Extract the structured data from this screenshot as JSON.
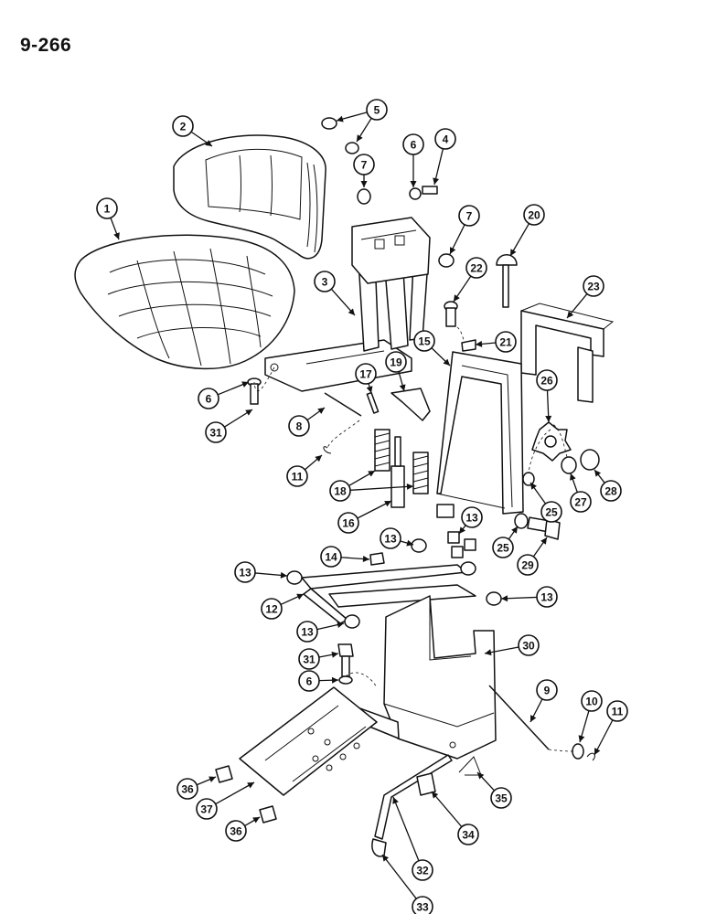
{
  "page_number": "9-266",
  "callouts": [
    {
      "id": "c1",
      "label": "1"
    },
    {
      "id": "c2",
      "label": "2"
    },
    {
      "id": "c3",
      "label": "3"
    },
    {
      "id": "c4",
      "label": "4"
    },
    {
      "id": "c5",
      "label": "5"
    },
    {
      "id": "c6a",
      "label": "6"
    },
    {
      "id": "c6b",
      "label": "6"
    },
    {
      "id": "c6c",
      "label": "6"
    },
    {
      "id": "c7a",
      "label": "7"
    },
    {
      "id": "c7b",
      "label": "7"
    },
    {
      "id": "c8",
      "label": "8"
    },
    {
      "id": "c9",
      "label": "9"
    },
    {
      "id": "c10",
      "label": "10"
    },
    {
      "id": "c11a",
      "label": "11"
    },
    {
      "id": "c11b",
      "label": "11"
    },
    {
      "id": "c12",
      "label": "12"
    },
    {
      "id": "c13a",
      "label": "13"
    },
    {
      "id": "c13b",
      "label": "13"
    },
    {
      "id": "c13c",
      "label": "13"
    },
    {
      "id": "c13d",
      "label": "13"
    },
    {
      "id": "c13e",
      "label": "13"
    },
    {
      "id": "c14",
      "label": "14"
    },
    {
      "id": "c15",
      "label": "15"
    },
    {
      "id": "c16",
      "label": "16"
    },
    {
      "id": "c17",
      "label": "17"
    },
    {
      "id": "c18",
      "label": "18"
    },
    {
      "id": "c19",
      "label": "19"
    },
    {
      "id": "c20",
      "label": "20"
    },
    {
      "id": "c21",
      "label": "21"
    },
    {
      "id": "c22",
      "label": "22"
    },
    {
      "id": "c23",
      "label": "23"
    },
    {
      "id": "c25a",
      "label": "25"
    },
    {
      "id": "c25b",
      "label": "25"
    },
    {
      "id": "c26",
      "label": "26"
    },
    {
      "id": "c27",
      "label": "27"
    },
    {
      "id": "c28",
      "label": "28"
    },
    {
      "id": "c29",
      "label": "29"
    },
    {
      "id": "c30",
      "label": "30"
    },
    {
      "id": "c31a",
      "label": "31"
    },
    {
      "id": "c31b",
      "label": "31"
    },
    {
      "id": "c32",
      "label": "32"
    },
    {
      "id": "c33",
      "label": "33"
    },
    {
      "id": "c34",
      "label": "34"
    },
    {
      "id": "c35",
      "label": "35"
    },
    {
      "id": "c36a",
      "label": "36"
    },
    {
      "id": "c36b",
      "label": "36"
    },
    {
      "id": "c37",
      "label": "37"
    }
  ]
}
